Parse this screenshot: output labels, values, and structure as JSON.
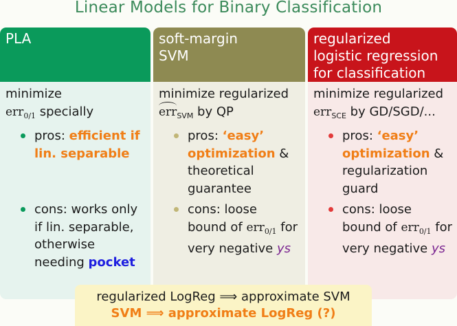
{
  "title": "Linear Models for Binary Classification",
  "columns": {
    "pla": {
      "header_line1": "PLA",
      "objective_line1": "minimize",
      "obj_err": "err",
      "obj_sub": "0/1",
      "obj_rest": " specially",
      "pros_pre": "pros: ",
      "pros_em1": "efficient if",
      "pros_em2": "lin. separable",
      "cons_l1": "cons: works only",
      "cons_l2": "if lin. separable,",
      "cons_l3": "otherwise",
      "cons_l4_pre": "needing ",
      "cons_l4_em": "pocket"
    },
    "svm": {
      "header_line1": "soft-margin",
      "header_line2": "SVM",
      "objective_line1": "minimize regularized",
      "obj_err": "err",
      "obj_sub": "SVM",
      "obj_rest": " by QP",
      "pros_pre": "pros: ",
      "pros_em1": "‘easy’",
      "pros_em2": "optimization",
      "pros_post": " &",
      "pros_l3": "theoretical",
      "pros_l4": "guarantee",
      "cons_l1": "cons: loose",
      "cons_l2_pre": "bound of ",
      "cons_l2_err": "err",
      "cons_l2_sub": "0/1",
      "cons_l2_post": " for",
      "cons_l3_pre": "very negative ",
      "cons_l3_em": "ys"
    },
    "lr": {
      "header_line1": "regularized",
      "header_line2": "logistic regression",
      "header_line3": "for classification",
      "objective_line1": "minimize regularized",
      "obj_err": "err",
      "obj_sub": "SCE",
      "obj_rest": " by GD/SGD/...",
      "pros_pre": "pros: ",
      "pros_em1": "‘easy’",
      "pros_em2": "optimization",
      "pros_post": " &",
      "pros_l3": "regularization",
      "pros_l4": "guard",
      "cons_l1": "cons: loose",
      "cons_l2_pre": "bound of ",
      "cons_l2_err": "err",
      "cons_l2_sub": "0/1",
      "cons_l2_post": " for",
      "cons_l3_pre": "very negative ",
      "cons_l3_em": "ys"
    }
  },
  "summary": {
    "line1": "regularized LogReg ⟹ approximate SVM",
    "line2": "SVM ⟹ approximate LogReg (?)"
  },
  "colors": {
    "title": "#3b8a5a",
    "pla_header": "#0a9a5b",
    "svm_header": "#8e8a52",
    "lr_header": "#c8141b",
    "highlight_orange": "#f07e16",
    "highlight_blue": "#1e1ee0",
    "italic_purple": "#7a2490",
    "summary_bg": "#fbf4c6"
  }
}
